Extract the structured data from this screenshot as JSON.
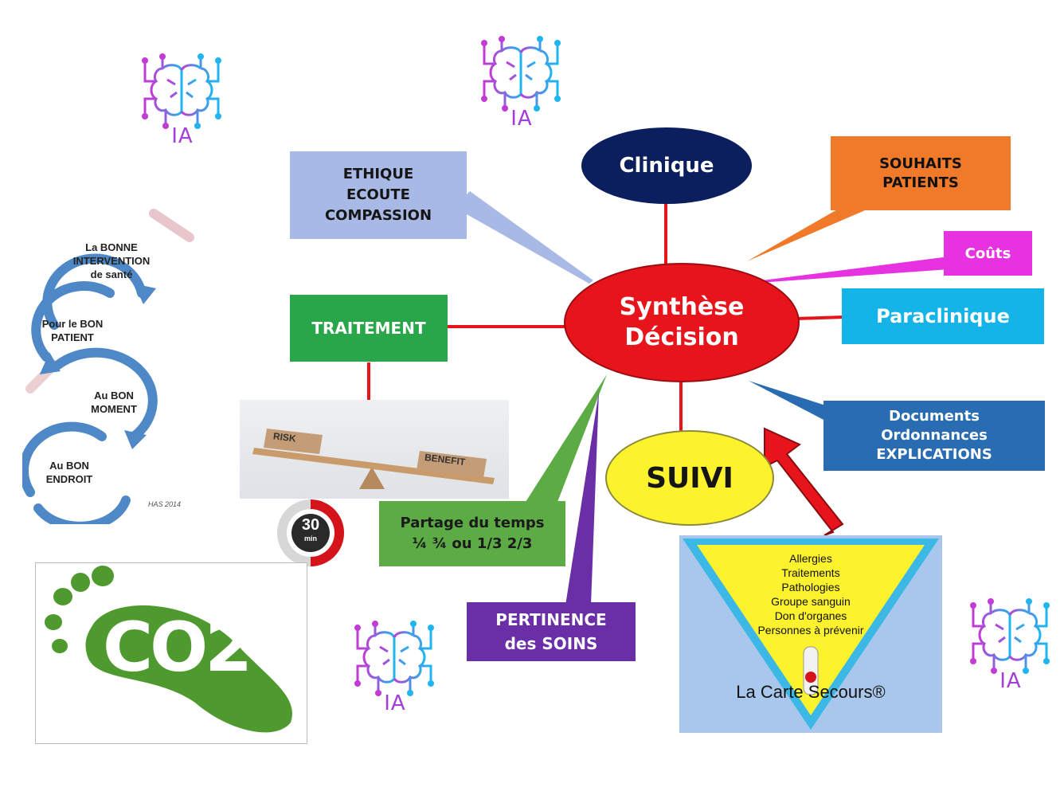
{
  "center": {
    "label": "Synthèse\nDécision",
    "color": "#e8141c"
  },
  "nodes": {
    "clinique": {
      "label": "Clinique",
      "color": "#0b1e5e"
    },
    "souhaits": {
      "label": "SOUHAITS\nPATIENTS",
      "color": "#f07a2a"
    },
    "couts": {
      "label": "Coûts",
      "color": "#e632e0"
    },
    "paraclinique": {
      "label": "Paraclinique",
      "color": "#15b4e8"
    },
    "documents": {
      "label": "Documents\nOrdonnances\nEXPLICATIONS",
      "color": "#2a6cb1"
    },
    "suivi": {
      "label": "SUIVI",
      "color": "#fdf22e"
    },
    "ethique": {
      "label": "ETHIQUE\nECOUTE\nCOMPASSION",
      "color": "#a9b9e6"
    },
    "traitement": {
      "label": "TRAITEMENT",
      "color": "#2aa64a"
    },
    "partage": {
      "label": "Partage du temps\n¼ ¾ ou 1/3 2/3",
      "color": "#5cab45"
    },
    "pertinence": {
      "label": "PERTINENCE\ndes SOINS",
      "color": "#6a2fa6"
    }
  },
  "risk_benefit": {
    "risk": "RISK",
    "benefit": "BENEFIT"
  },
  "timer": {
    "value": "30",
    "unit": "min"
  },
  "cycle": {
    "steps": [
      "La BONNE\nINTERVENTION\nde santé",
      "Pour le BON\nPATIENT",
      "Au BON\nMOMENT",
      "Au BON\nENDROIT"
    ],
    "source": "HAS 2014"
  },
  "co2": {
    "label": "CO2"
  },
  "carte": {
    "items": [
      "Allergies",
      "Traitements",
      "Pathologies",
      "Groupe sanguin",
      "Don d'organes",
      "Personnes à prévenir"
    ],
    "title": "La Carte Secours®"
  },
  "ia_label": "IA"
}
